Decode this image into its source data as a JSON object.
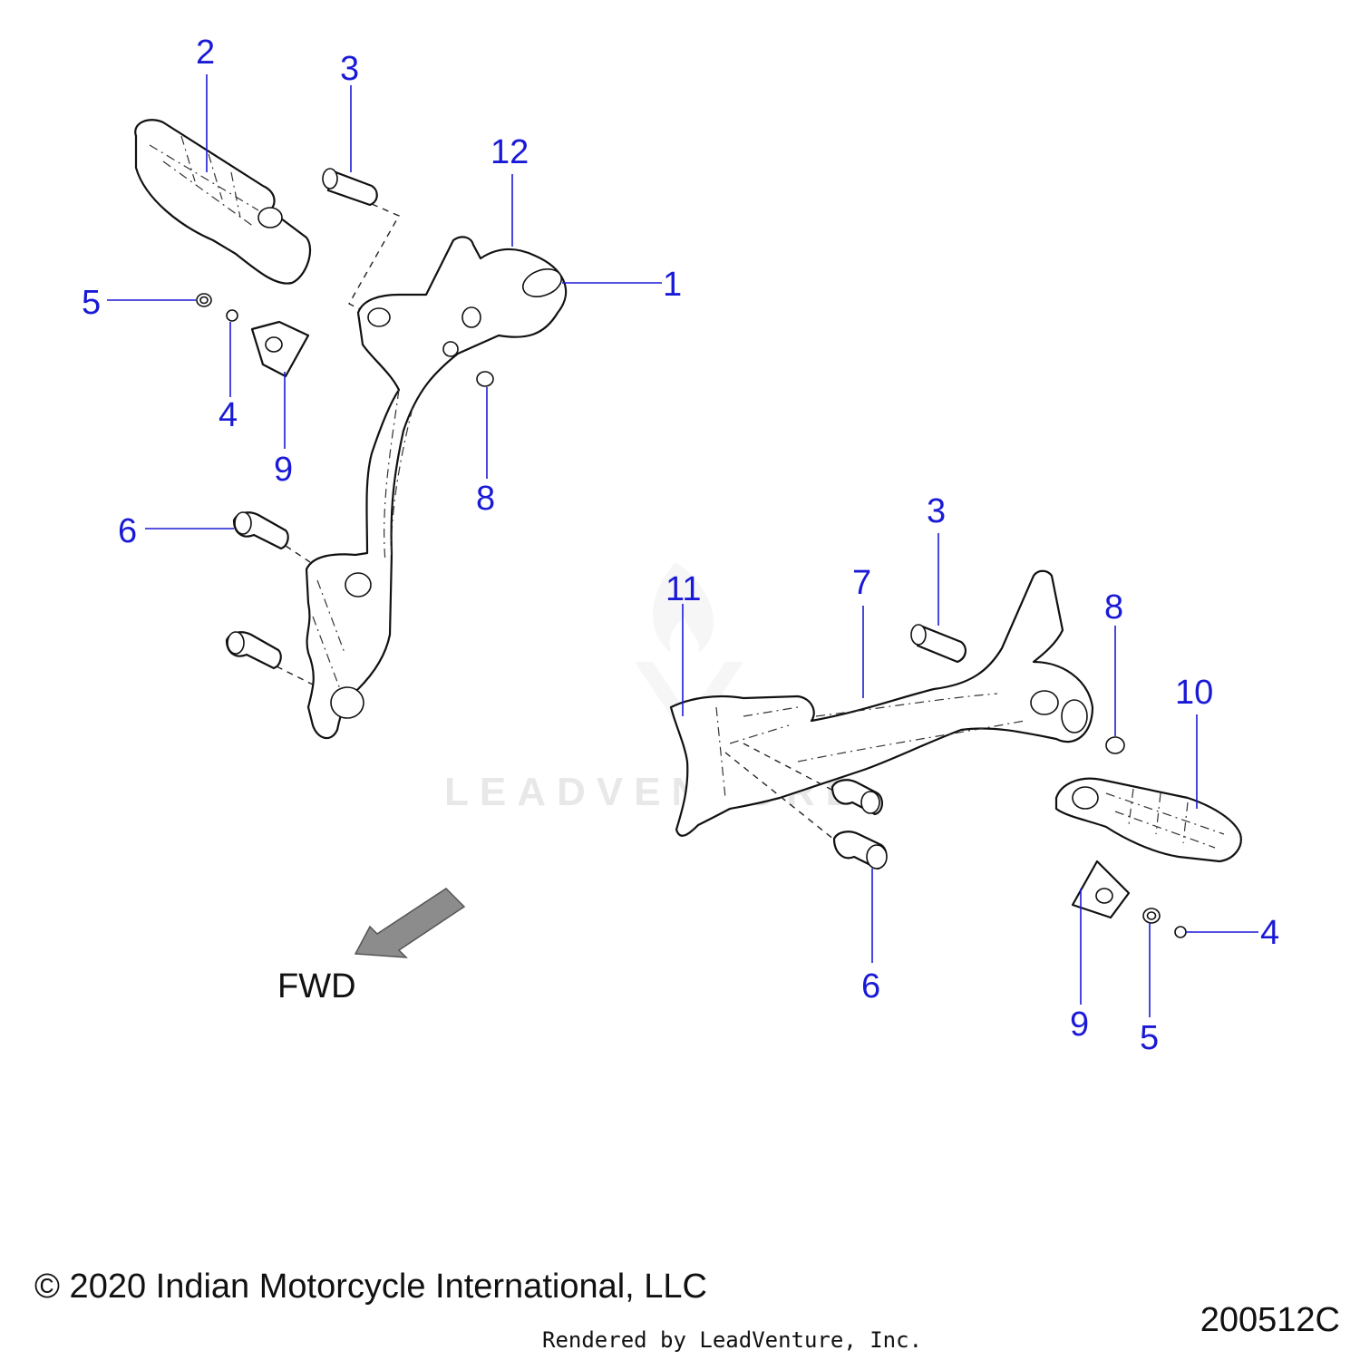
{
  "callouts": {
    "c1": "1",
    "c2": "2",
    "c3a": "3",
    "c3b": "3",
    "c4a": "4",
    "c4b": "4",
    "c5a": "5",
    "c5b": "5",
    "c6a": "6",
    "c6b": "6",
    "c7": "7",
    "c8a": "8",
    "c8b": "8",
    "c9a": "9",
    "c9b": "9",
    "c10": "10",
    "c11": "11",
    "c12": "12"
  },
  "fwd_label": "FWD",
  "watermark": "LEADVENTURE",
  "footer": {
    "copyright": "© 2020 Indian Motorcycle International, LLC",
    "rendered_by": "Rendered by LeadVenture, Inc.",
    "diagram_code": "200512C"
  },
  "colors": {
    "callout": "#1a1ad6",
    "line": "#111111",
    "arrow": "#8c8c8c"
  }
}
